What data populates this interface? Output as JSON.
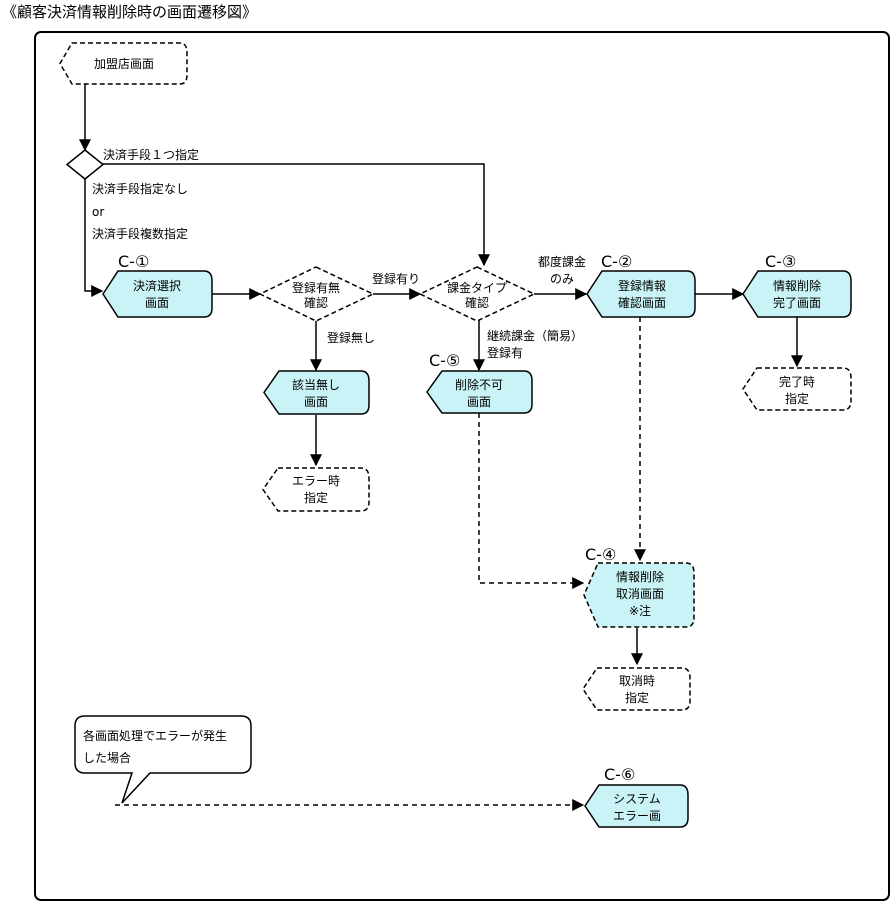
{
  "title": "《顧客決済情報削除時の画面遷移図》",
  "colors": {
    "screen_fill": "#c9f3f6",
    "stroke": "#000000",
    "background": "#ffffff"
  },
  "nodes": {
    "merchant": "加盟店画面",
    "c1_code": "C-①",
    "c1": [
      "決済選択",
      "画面"
    ],
    "reg_check": [
      "登録有無",
      "確認"
    ],
    "billing_check": [
      "課金タイプ",
      "確認"
    ],
    "c2_code": "C-②",
    "c2": [
      "登録情報",
      "確認画面"
    ],
    "c3_code": "C-③",
    "c3": [
      "情報削除",
      "完了画面"
    ],
    "no_match": [
      "該当無し",
      "画面"
    ],
    "c5_code": "C-⑤",
    "c5": [
      "削除不可",
      "画面"
    ],
    "complete_spec": [
      "完了時",
      "指定"
    ],
    "error_spec": [
      "エラー時",
      "指定"
    ],
    "c4_code": "C-④",
    "c4": [
      "情報削除",
      "取消画面",
      "※注"
    ],
    "cancel_spec": [
      "取消時",
      "指定"
    ],
    "c6_code": "C-⑥",
    "c6": [
      "システム",
      "エラー画"
    ],
    "callout": [
      "各画面処理でエラーが発生",
      "した場合"
    ]
  },
  "edges": {
    "one_method": "決済手段１つ指定",
    "no_method": "決済手段指定なし",
    "or": "or",
    "multi_method": "決済手段複数指定",
    "registered": "登録有り",
    "not_registered": "登録無し",
    "per_charge": [
      "都度課金",
      "のみ"
    ],
    "continuous": [
      "継続課金（簡易）",
      "登録有"
    ]
  }
}
